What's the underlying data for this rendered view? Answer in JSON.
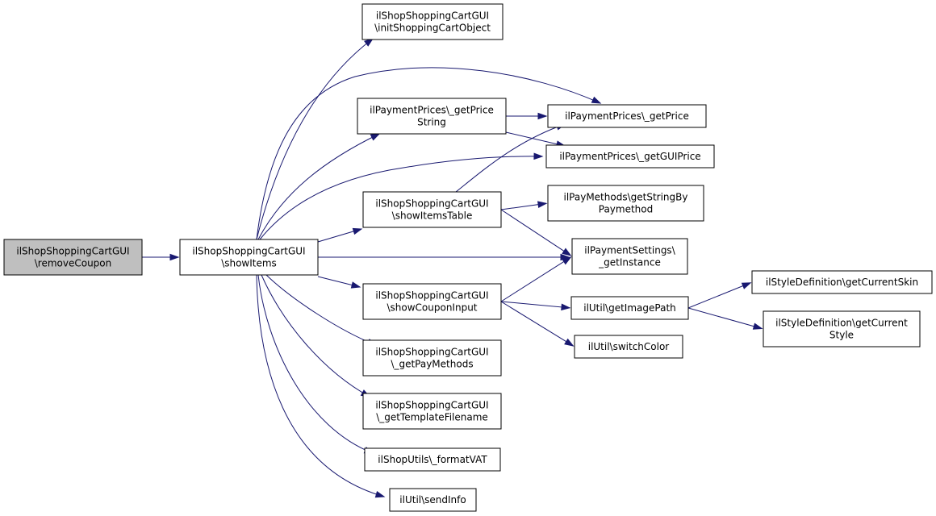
{
  "colors": {
    "edge": "#191970",
    "node_fill": "#ffffff",
    "root_fill": "#bfbfbf",
    "border": "#000000"
  },
  "nodes": [
    {
      "id": "removeCoupon",
      "lines": [
        "ilShopShoppingCartGUI",
        "\\removeCoupon"
      ],
      "root": true
    },
    {
      "id": "showItems",
      "lines": [
        "ilShopShoppingCartGUI",
        "\\showItems"
      ]
    },
    {
      "id": "initShoppingCartObject",
      "lines": [
        "ilShopShoppingCartGUI",
        "\\initShoppingCartObject"
      ]
    },
    {
      "id": "getPriceString",
      "lines": [
        "ilPaymentPrices\\_getPrice",
        "String"
      ]
    },
    {
      "id": "getPrice",
      "lines": [
        "ilPaymentPrices\\_getPrice"
      ]
    },
    {
      "id": "getGUIPrice",
      "lines": [
        "ilPaymentPrices\\_getGUIPrice"
      ]
    },
    {
      "id": "showItemsTable",
      "lines": [
        "ilShopShoppingCartGUI",
        "\\showItemsTable"
      ]
    },
    {
      "id": "getStringByPaymethod",
      "lines": [
        "ilPayMethods\\getStringBy",
        "Paymethod"
      ]
    },
    {
      "id": "getInstance",
      "lines": [
        "ilPaymentSettings\\",
        "_getInstance"
      ]
    },
    {
      "id": "showCouponInput",
      "lines": [
        "ilShopShoppingCartGUI",
        "\\showCouponInput"
      ]
    },
    {
      "id": "getImagePath",
      "lines": [
        "ilUtil\\getImagePath"
      ]
    },
    {
      "id": "switchColor",
      "lines": [
        "ilUtil\\switchColor"
      ]
    },
    {
      "id": "getCurrentSkin",
      "lines": [
        "ilStyleDefinition\\getCurrentSkin"
      ]
    },
    {
      "id": "getCurrentStyle",
      "lines": [
        "ilStyleDefinition\\getCurrent",
        "Style"
      ]
    },
    {
      "id": "getPayMethods",
      "lines": [
        "ilShopShoppingCartGUI",
        "\\_getPayMethods"
      ]
    },
    {
      "id": "getTemplateFilename",
      "lines": [
        "ilShopShoppingCartGUI",
        "\\_getTemplateFilename"
      ]
    },
    {
      "id": "formatVAT",
      "lines": [
        "ilShopUtils\\_formatVAT"
      ]
    },
    {
      "id": "sendInfo",
      "lines": [
        "ilUtil\\sendInfo"
      ]
    }
  ],
  "edges": [
    {
      "from": "removeCoupon",
      "to": "showItems"
    },
    {
      "from": "showItems",
      "to": "initShoppingCartObject"
    },
    {
      "from": "showItems",
      "to": "getPrice"
    },
    {
      "from": "showItems",
      "to": "getPriceString"
    },
    {
      "from": "showItems",
      "to": "getGUIPrice"
    },
    {
      "from": "showItems",
      "to": "showItemsTable"
    },
    {
      "from": "showItems",
      "to": "getInstance"
    },
    {
      "from": "showItems",
      "to": "showCouponInput"
    },
    {
      "from": "showItems",
      "to": "getPayMethods"
    },
    {
      "from": "showItems",
      "to": "getTemplateFilename"
    },
    {
      "from": "showItems",
      "to": "formatVAT"
    },
    {
      "from": "showItems",
      "to": "sendInfo"
    },
    {
      "from": "getPriceString",
      "to": "getPrice"
    },
    {
      "from": "getPriceString",
      "to": "getGUIPrice"
    },
    {
      "from": "showItemsTable",
      "to": "getPrice"
    },
    {
      "from": "showItemsTable",
      "to": "getStringByPaymethod"
    },
    {
      "from": "showItemsTable",
      "to": "getInstance"
    },
    {
      "from": "showCouponInput",
      "to": "getInstance"
    },
    {
      "from": "showCouponInput",
      "to": "getImagePath"
    },
    {
      "from": "showCouponInput",
      "to": "switchColor"
    },
    {
      "from": "getImagePath",
      "to": "getCurrentSkin"
    },
    {
      "from": "getImagePath",
      "to": "getCurrentStyle"
    }
  ]
}
